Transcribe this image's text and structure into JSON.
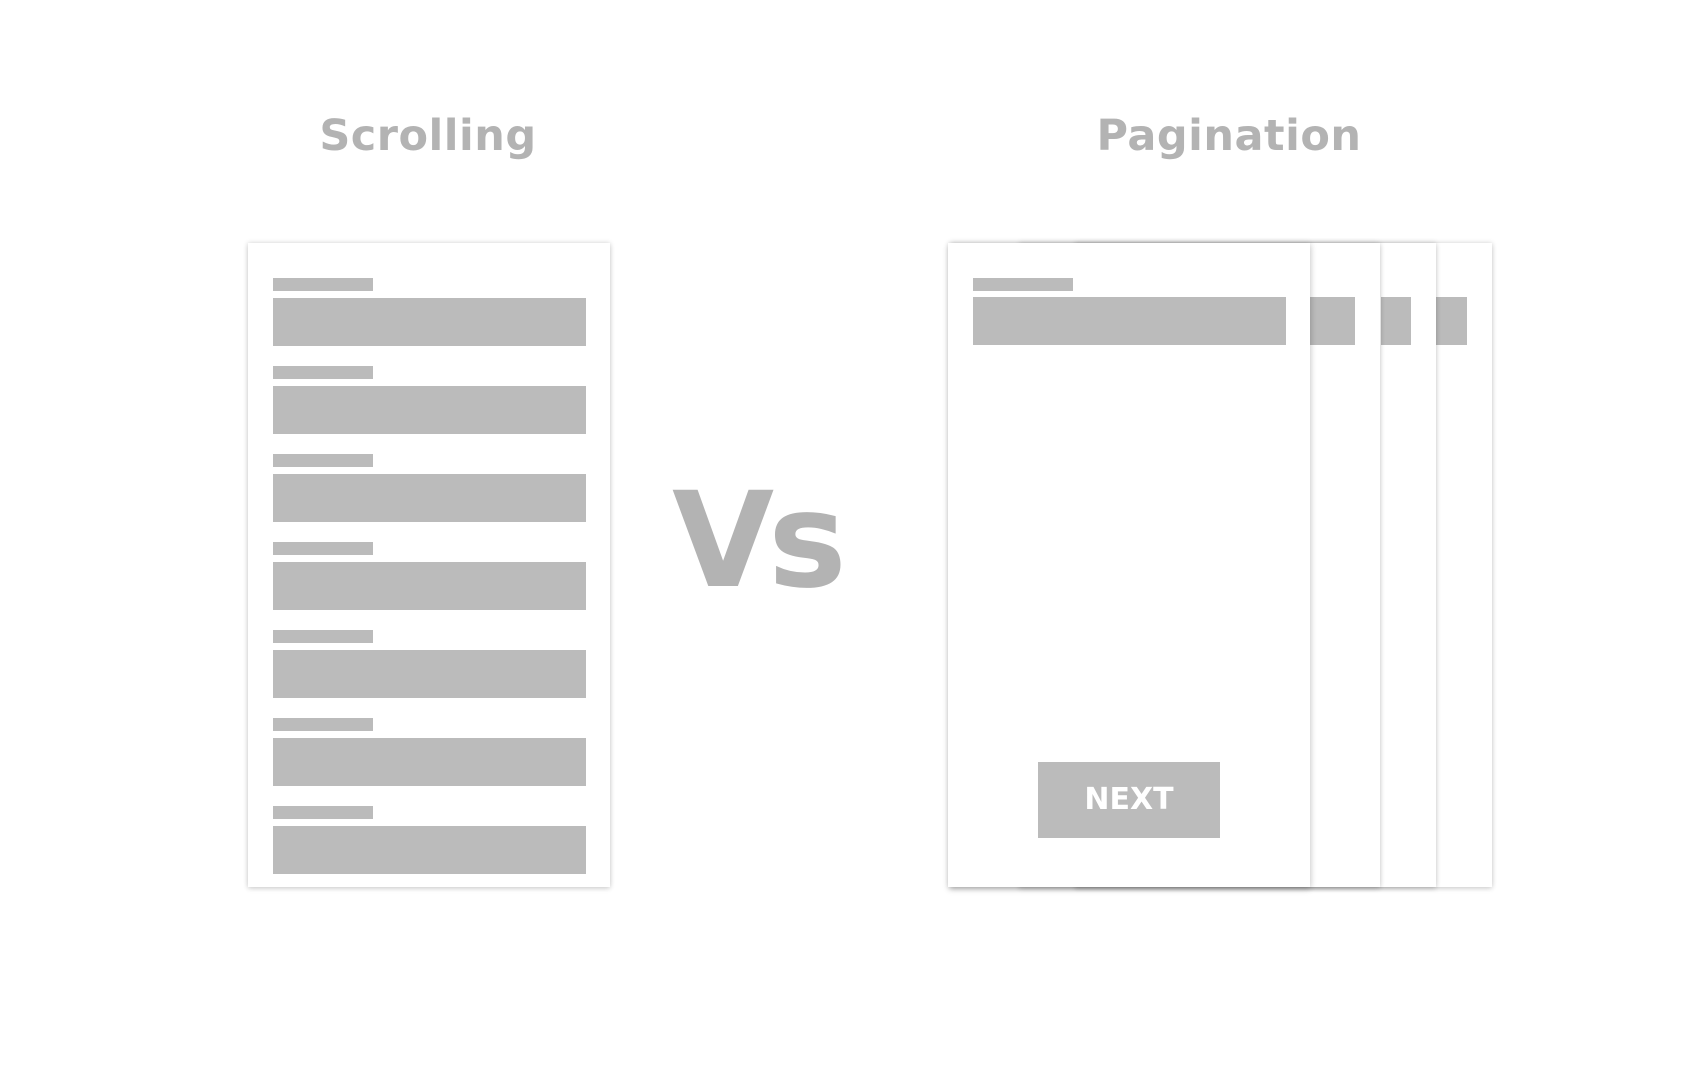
{
  "left_panel": {
    "title": "Scrolling",
    "row_count": 7
  },
  "center": {
    "versus_text": "Vs"
  },
  "right_panel": {
    "title": "Pagination",
    "stacked_page_count": 4,
    "next_button_label": "NEXT"
  },
  "colors": {
    "placeholder_gray": "#bbbbbb",
    "heading_gray": "#b3b3b3",
    "sheet_white": "#ffffff"
  }
}
